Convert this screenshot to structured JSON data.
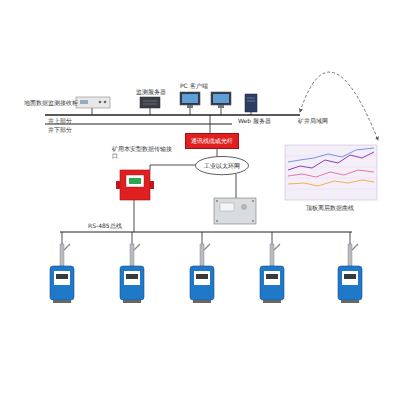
{
  "diagram": {
    "nodes": [
      {
        "text": [
          "通讯线缆或光纤"
        ]
      },
      {
        "text": [
          "工业以太环网"
        ]
      }
    ],
    "edges": [
      {
        "from": 0,
        "to": 1,
        "arrow": "none"
      }
    ],
    "labels": [
      "地面数据监测接收柜",
      "监测服务器",
      "PC 客户端",
      "Web 服务器",
      "矿井局域网",
      "井上部分",
      "井下部分",
      "矿用本安型数据传输接口",
      "RS-485总线",
      "顶板离层数据曲线"
    ]
  }
}
